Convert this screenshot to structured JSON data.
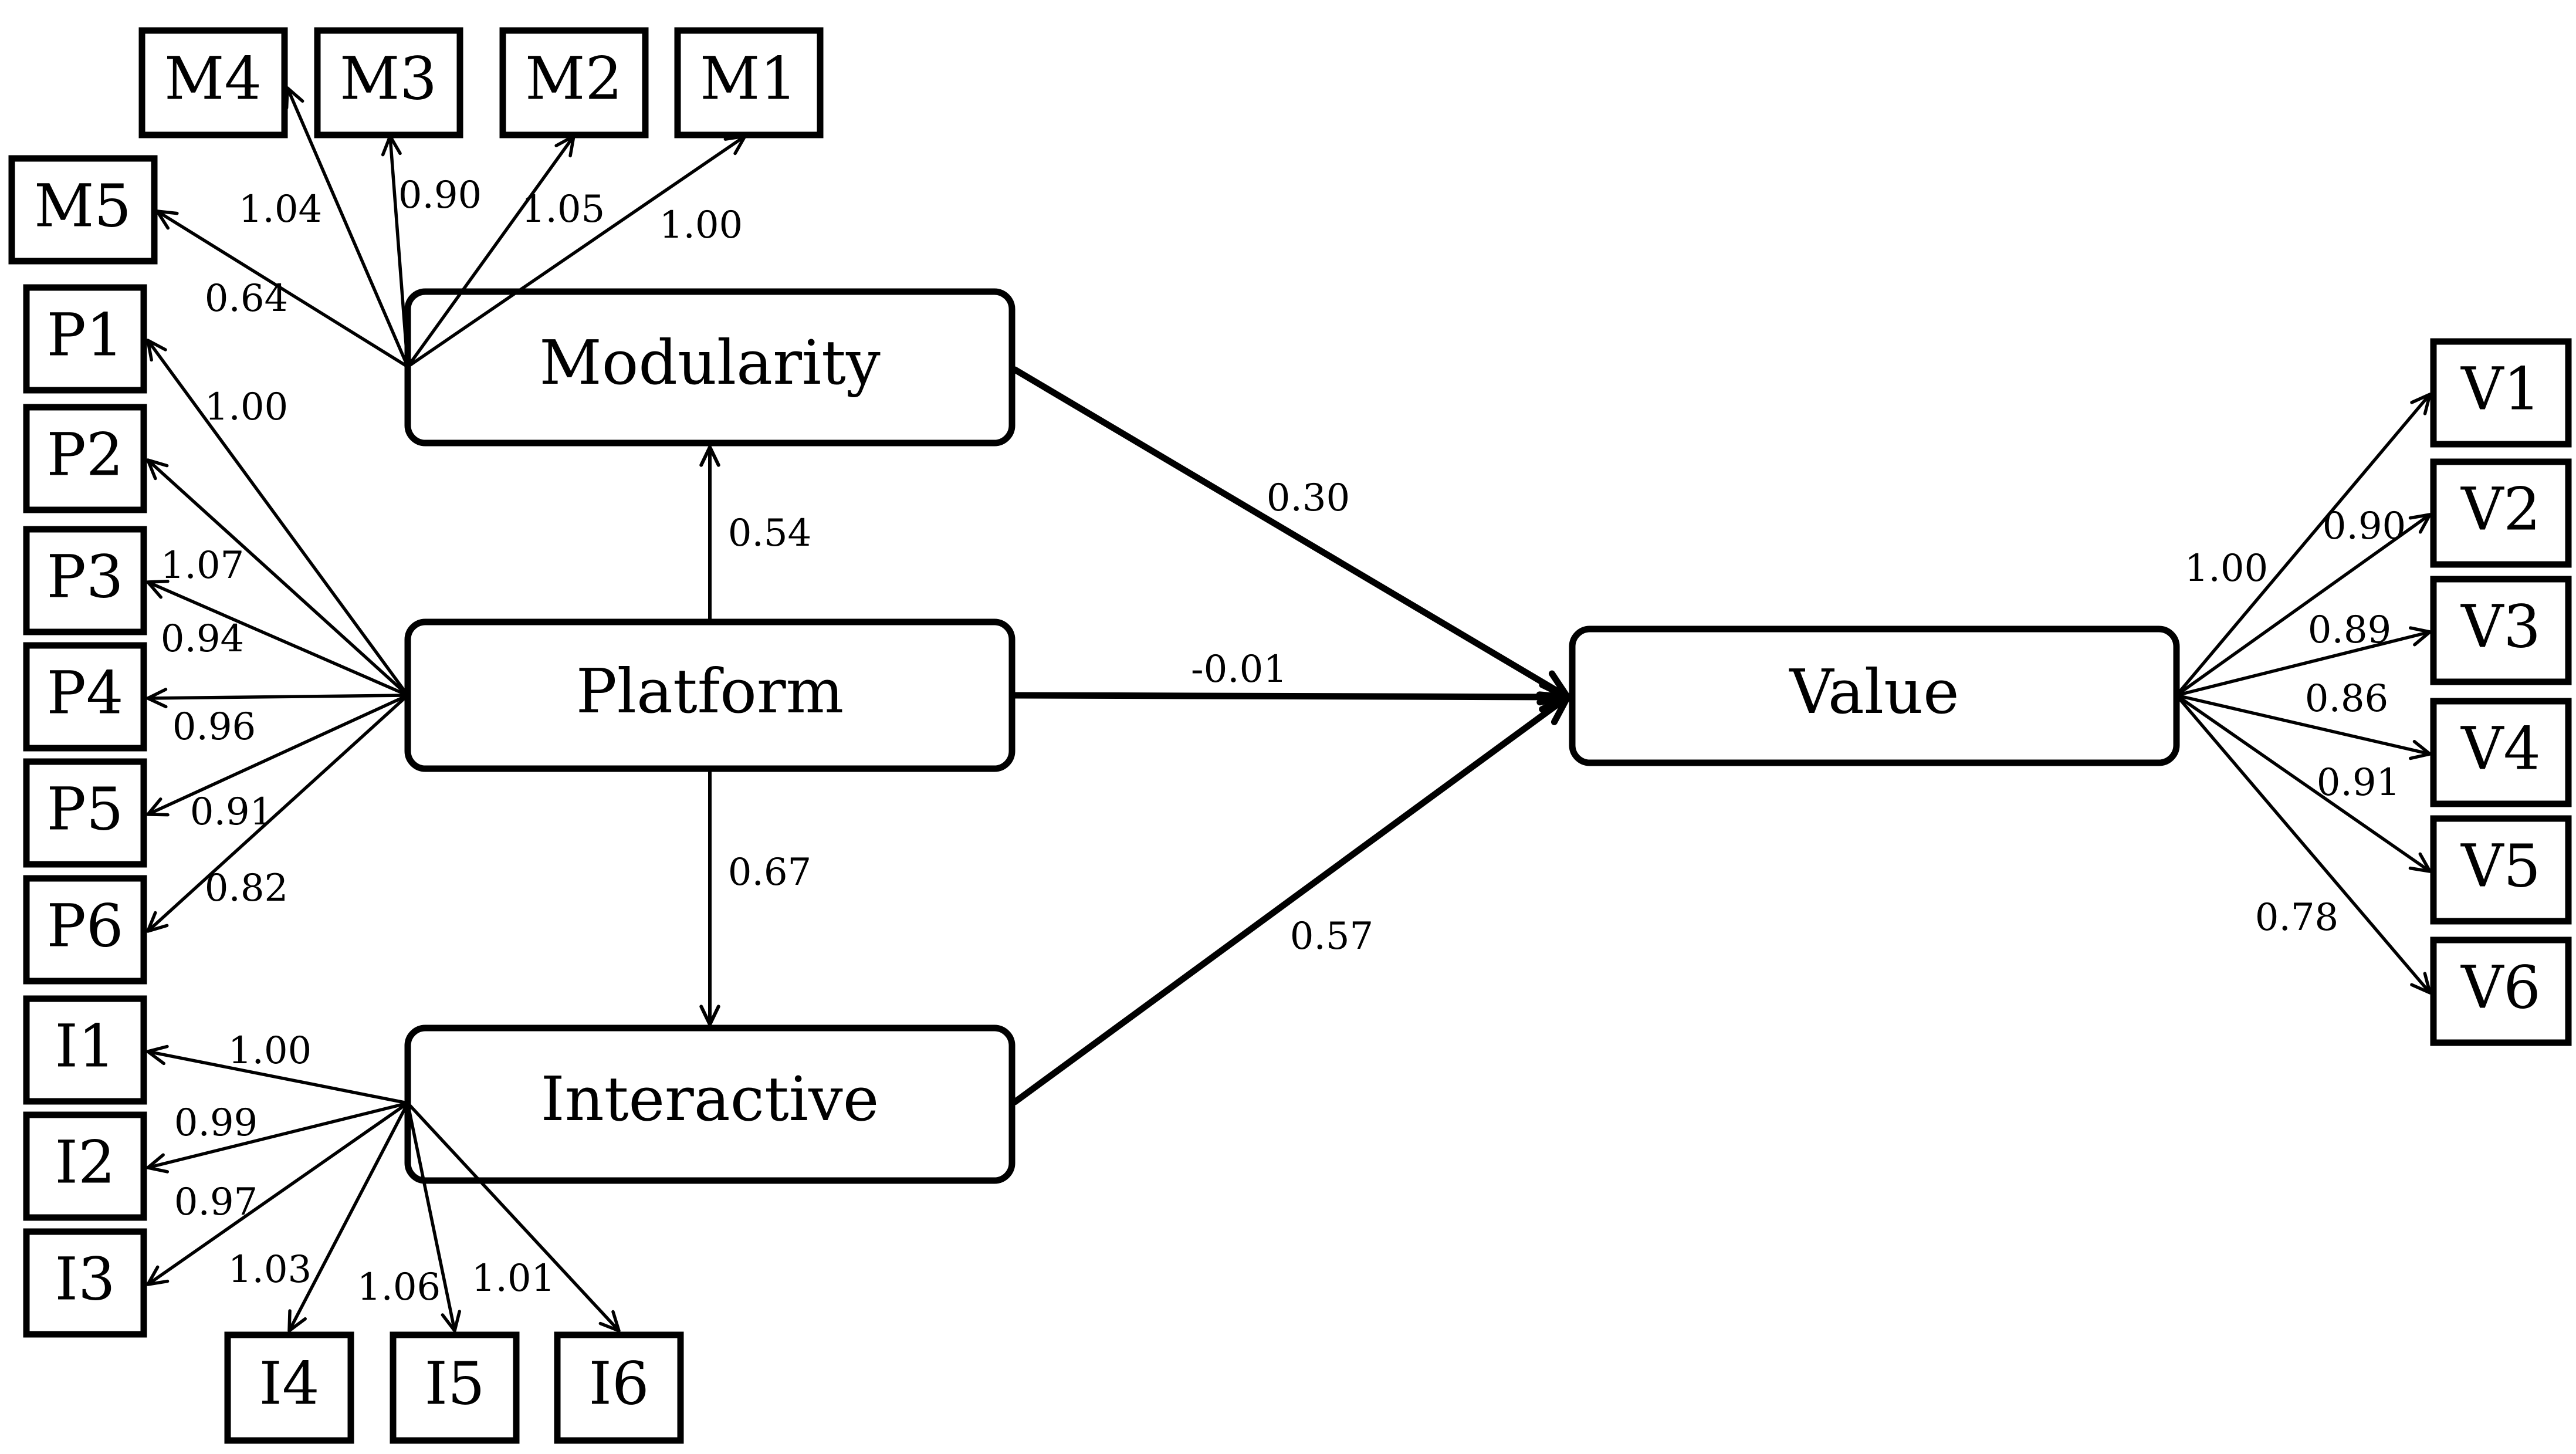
{
  "constructs": {
    "modularity": "Modularity",
    "platform": "Platform",
    "interactive": "Interactive",
    "value": "Value"
  },
  "indicators": {
    "modularity": [
      "M1",
      "M2",
      "M3",
      "M4",
      "M5"
    ],
    "platform": [
      "P1",
      "P2",
      "P3",
      "P4",
      "P5",
      "P6"
    ],
    "interactive": [
      "I1",
      "I2",
      "I3",
      "I4",
      "I5",
      "I6"
    ],
    "value": [
      "V1",
      "V2",
      "V3",
      "V4",
      "V5",
      "V6"
    ]
  },
  "loadings": {
    "modularity": [
      "1.00",
      "1.05",
      "0.90",
      "1.04",
      "0.64"
    ],
    "platform": [
      "1.00",
      "1.07",
      "0.94",
      "0.96",
      "0.91",
      "0.82"
    ],
    "interactive": [
      "1.00",
      "0.99",
      "0.97",
      "1.03",
      "1.06",
      "1.01"
    ],
    "value": [
      "1.00",
      "0.90",
      "0.89",
      "0.86",
      "0.91",
      "0.78"
    ]
  },
  "paths": {
    "platform_to_modularity": "0.54",
    "platform_to_interactive": "0.67",
    "modularity_to_value": "0.30",
    "platform_to_value": "-0.01",
    "interactive_to_value": "0.57"
  }
}
